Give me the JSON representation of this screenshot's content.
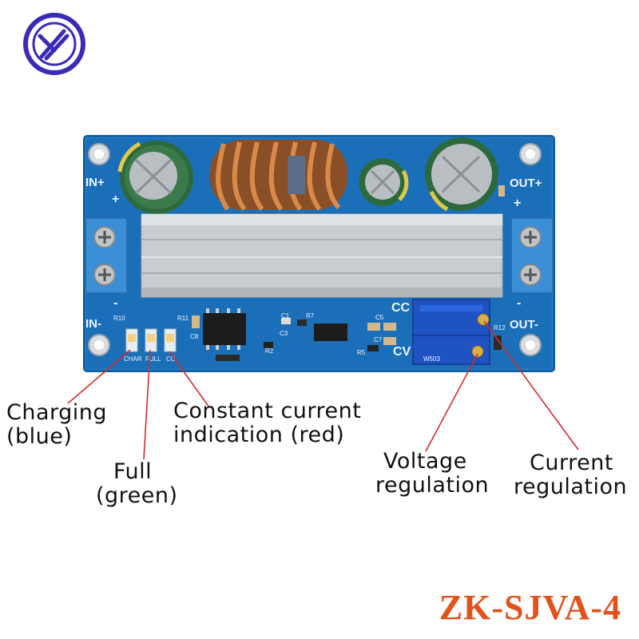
{
  "pcb": {
    "in_plus": "IN+",
    "in_minus": "IN-",
    "out_plus": "OUT+",
    "out_minus": "OUT-",
    "plus_sign": "+",
    "minus_sign": "-",
    "cc": "CC",
    "cv": "CV",
    "chrg": "CHAR",
    "full": "FULL",
    "cc_led": "CC",
    "r10": "R10",
    "r11": "R11",
    "r12": "R12",
    "r7": "R7",
    "r2": "R2",
    "r5": "R5",
    "c1": "C1",
    "c3": "C3",
    "c5": "C5",
    "c7": "C7",
    "c8": "C8",
    "pot_marking": "W503"
  },
  "callouts": {
    "charging": [
      "Charging",
      "(blue)"
    ],
    "full": [
      "Full",
      "(green)"
    ],
    "constant_current": [
      "Constant current",
      "indication (red)"
    ],
    "voltage": [
      "Voltage",
      "regulation"
    ],
    "current": [
      "Current",
      "regulation"
    ]
  },
  "model": "ZK-SJVA-4",
  "colors": {
    "pcb": "#1a6fb8",
    "terminal": "#3a8fd6",
    "heatsink": "#c9cdd1",
    "coil": "#c8743a",
    "callout_line": "#d62a2a",
    "model_text": "#e2521d",
    "logo": "#3b2bb8"
  }
}
